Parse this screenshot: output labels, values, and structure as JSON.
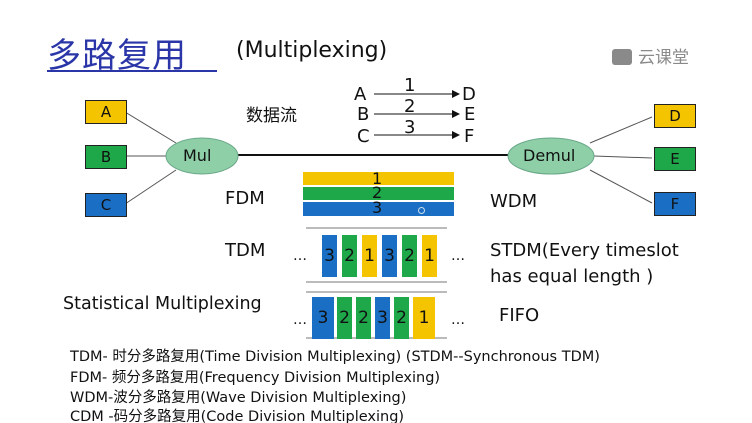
{
  "title": {
    "cn": "多路复用",
    "en": "(Multiplexing)"
  },
  "logo": {
    "text": "云课堂"
  },
  "inputs": [
    "A",
    "B",
    "C"
  ],
  "outputs": [
    "D",
    "E",
    "F"
  ],
  "mux_label": "Mul",
  "demux_label": "Demul",
  "stream_label": "数据流",
  "streams": [
    {
      "src": "A",
      "num": "1",
      "dst": "D"
    },
    {
      "src": "B",
      "num": "2",
      "dst": "E"
    },
    {
      "src": "C",
      "num": "3",
      "dst": "F"
    }
  ],
  "labels": {
    "fdm": "FDM",
    "wdm": "WDM",
    "tdm": "TDM",
    "stdm_line1": "STDM(Every timeslot",
    "stdm_line2": "has equal length )",
    "statistical": "Statistical Multiplexing",
    "fifo": "FIFO",
    "ellipsis": "…"
  },
  "fdm_bands": [
    "1",
    "2",
    "3"
  ],
  "tdm_slots": [
    "3",
    "2",
    "1",
    "3",
    "2",
    "1"
  ],
  "stat_slots": [
    "3",
    "2",
    "2",
    "3",
    "2",
    "1"
  ],
  "notes": [
    "TDM- 时分多路复用(Time Division Multiplexing)  (STDM--Synchronous TDM)",
    "FDM- 频分多路复用(Frequency Division Multiplexing)",
    "WDM-波分多路复用(Wave Division Multiplexing)",
    "CDM -码分多路复用(Code Division Multiplexing)"
  ],
  "colors": {
    "A": "#f5c400",
    "B": "#1ea84a",
    "C": "#1a6fc4",
    "D": "#f5c400",
    "E": "#1ea84a",
    "F": "#1a6fc4",
    "node_fill": "#8ecfa8",
    "title": "#2a35a8"
  }
}
